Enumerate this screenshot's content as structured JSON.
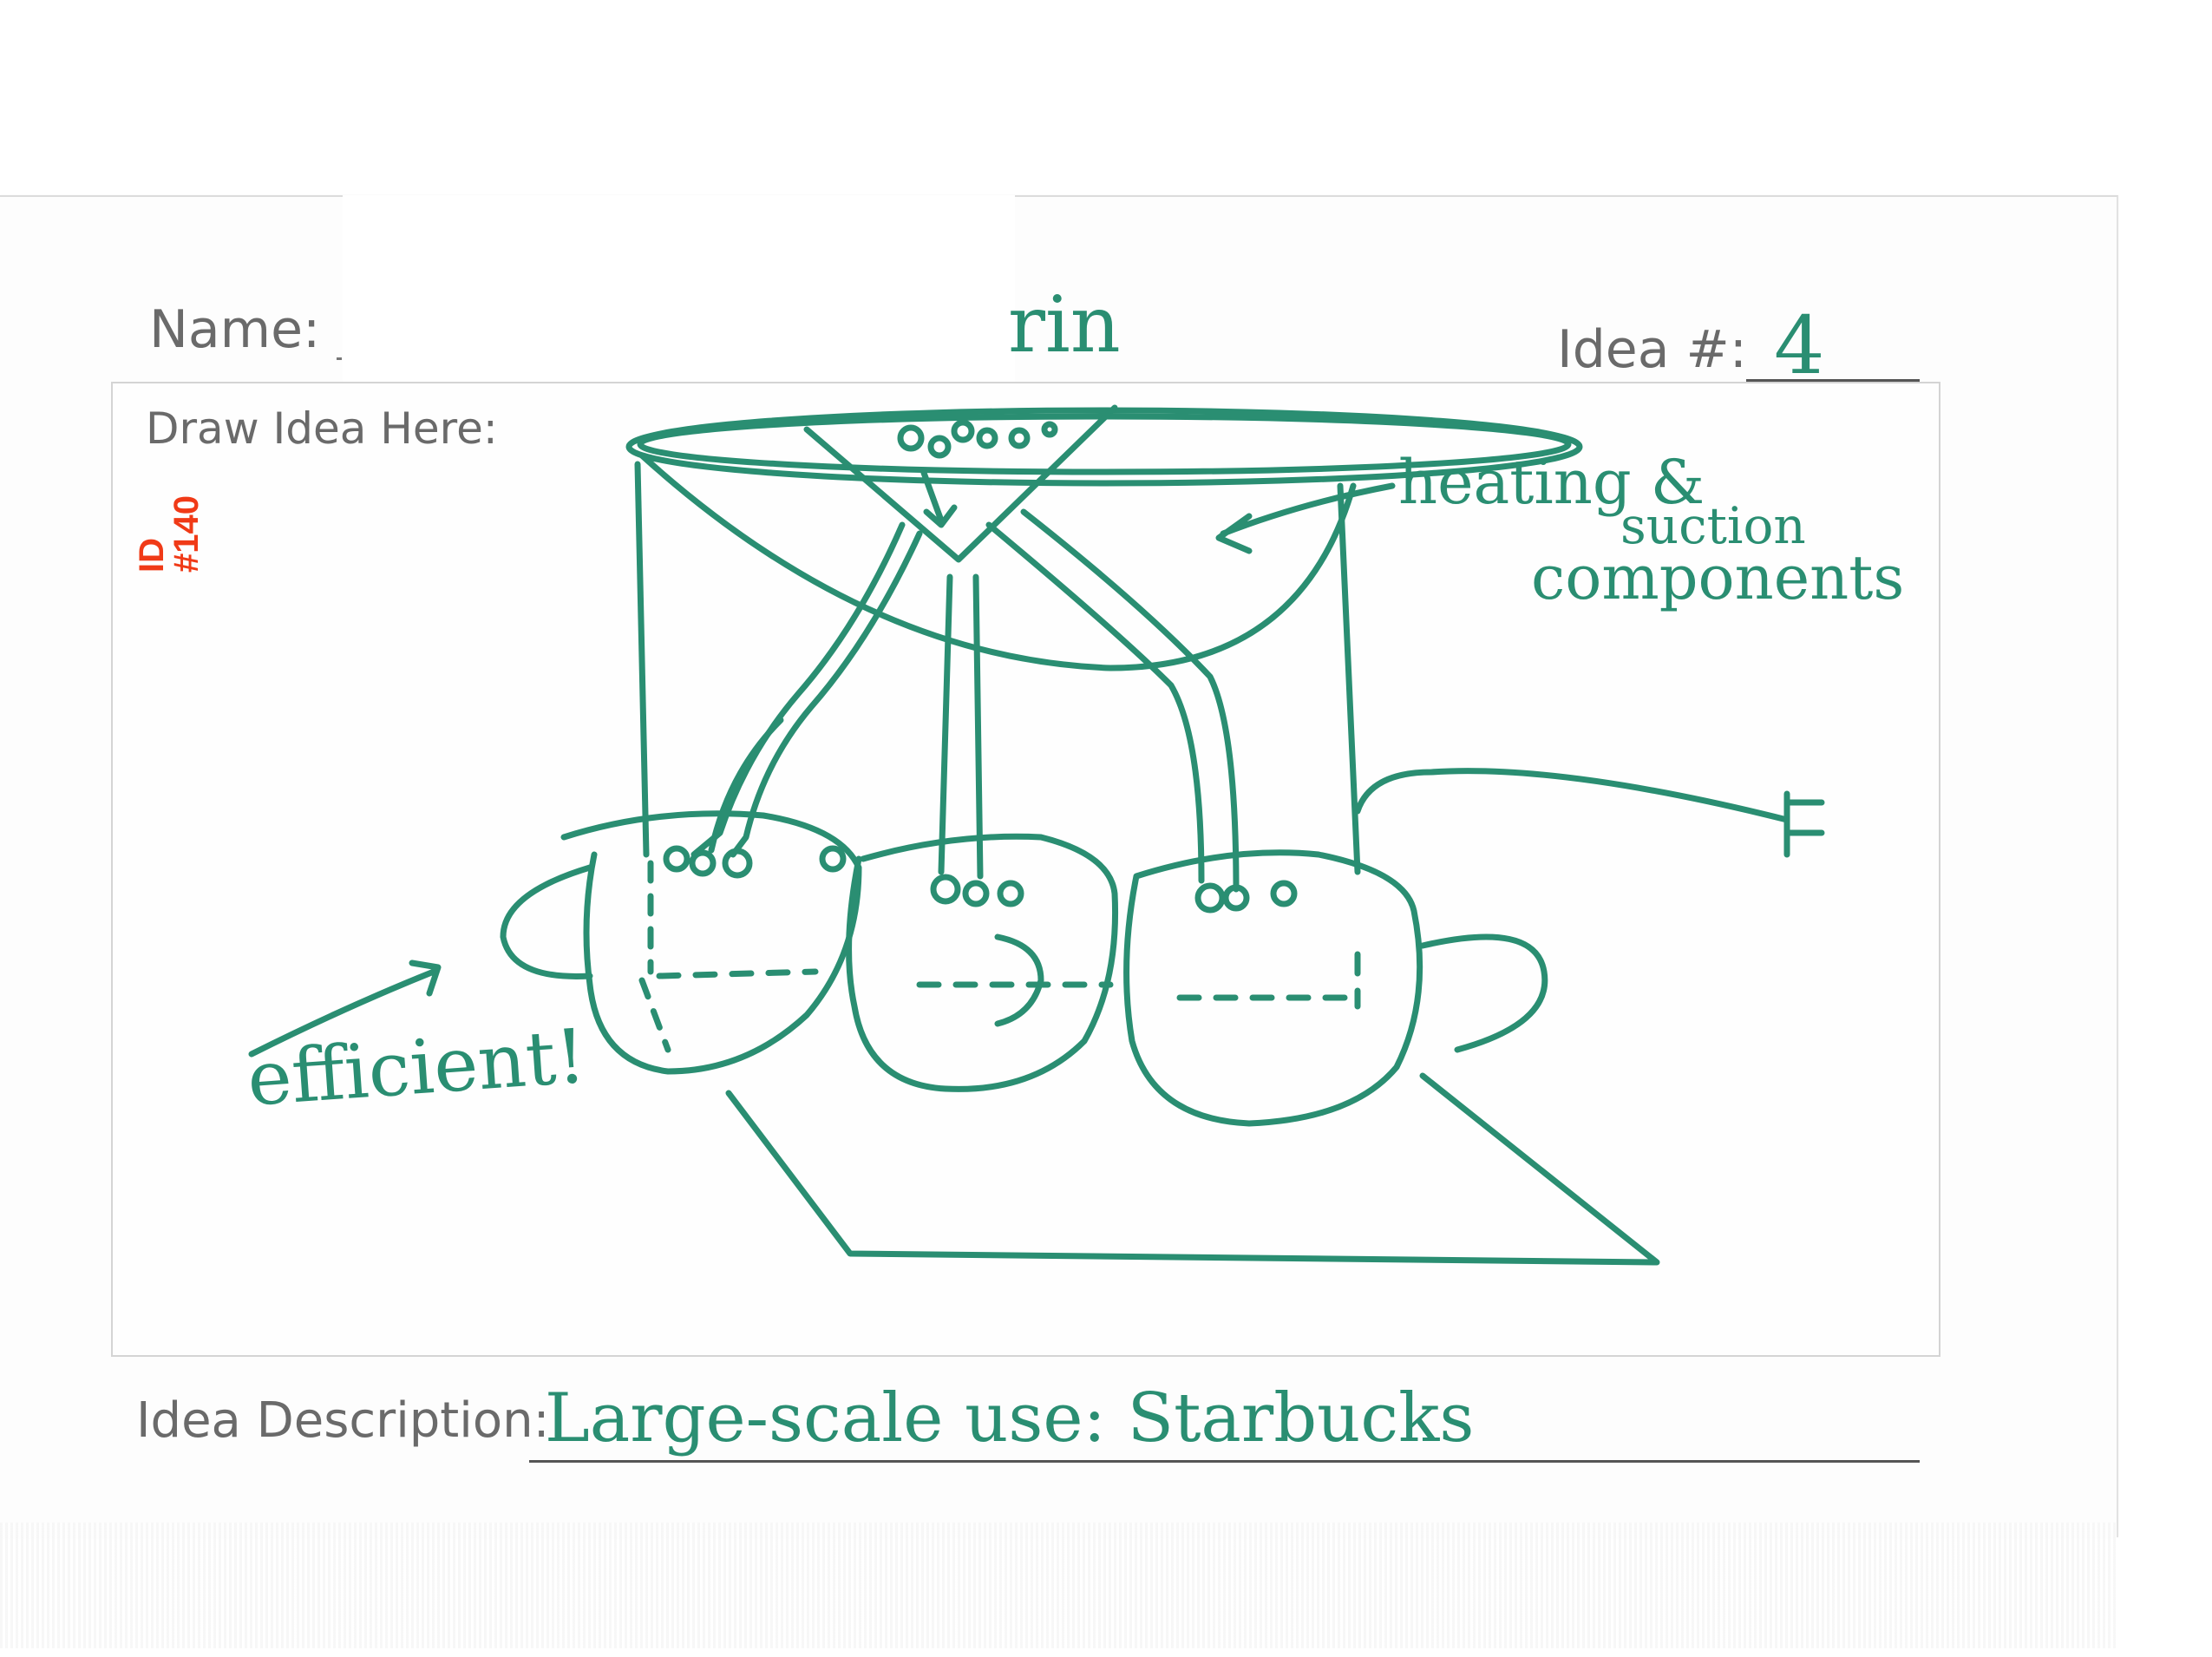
{
  "form": {
    "name_label": "Name:",
    "name_value": "rin",
    "idea_label": "Idea #:",
    "idea_value": "4",
    "draw_label": "Draw Idea Here:",
    "description_label": "Idea Description:",
    "description_value": "Large-scale use: Starbucks"
  },
  "stamp": {
    "text": "ID\n#140",
    "color": "#f03a17"
  },
  "sketch": {
    "ink_color": "#2a8e72",
    "annotations": {
      "heating_line1": "heating &",
      "heating_line2": "suction",
      "heating_line3": "components",
      "efficient": "efficient!"
    }
  }
}
